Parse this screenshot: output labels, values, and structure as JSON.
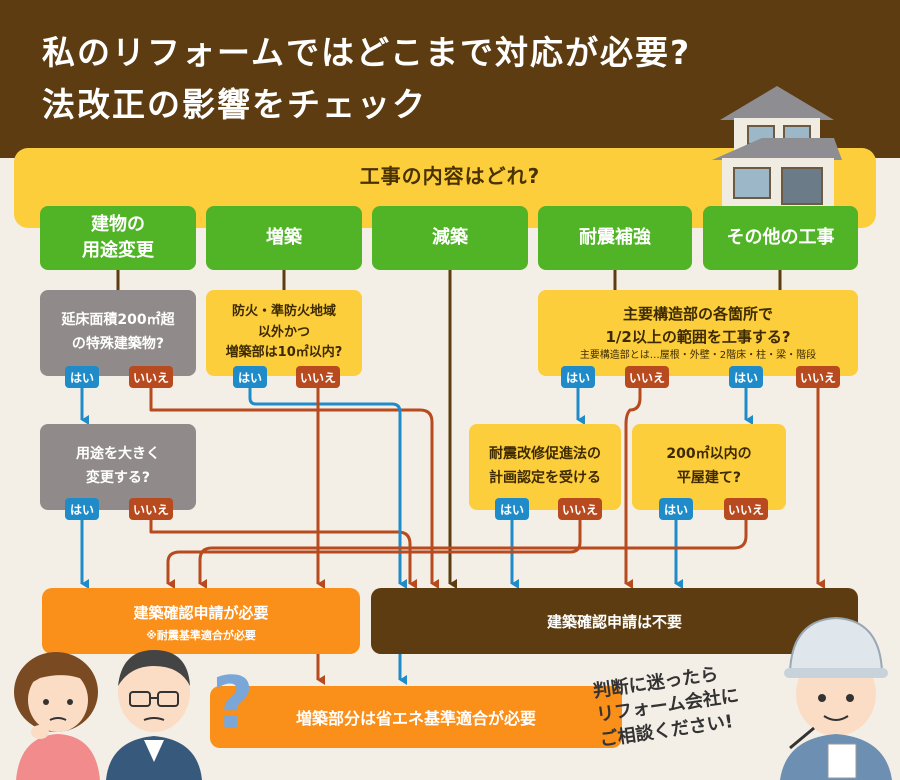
{
  "header": {
    "title_line1": "私のリフォームではどこまで対応が必要?",
    "title_line2": "法改正の影響をチェック"
  },
  "question": "工事の内容はどれ?",
  "categories": [
    {
      "line1": "建物の",
      "line2": "用途変更"
    },
    {
      "line1": "増築",
      "line2": ""
    },
    {
      "line1": "減築",
      "line2": ""
    },
    {
      "line1": "耐震補強",
      "line2": ""
    },
    {
      "line1": "その他の工事",
      "line2": ""
    }
  ],
  "q_floor_area": {
    "line1": "延床面積200㎡超",
    "line2": "の特殊建築物?"
  },
  "q_fire_zone": {
    "line1": "防火・準防火地域",
    "line2": "以外かつ",
    "line3": "増築部は10㎡以内?"
  },
  "q_main_structure": {
    "line1": "主要構造部の各箇所で",
    "line2": "1/2以上の範囲を工事する?",
    "note": "主要構造部とは…屋根・外壁・2階床・柱・梁・階段"
  },
  "q_use_change": {
    "line1": "用途を大きく",
    "line2": "変更する?"
  },
  "q_seismic_cert": {
    "line1": "耐震改修促進法の",
    "line2": "計画認定を受ける"
  },
  "q_one_story": {
    "line1": "200㎡以内の",
    "line2": "平屋建て?"
  },
  "labels": {
    "yes": "はい",
    "no": "いいえ"
  },
  "result_required": {
    "title": "建築確認申請が必要",
    "note": "※耐震基準適合が必要"
  },
  "result_not_required": "建築確認申請は不要",
  "result_energy": "増築部分は省エネ基準適合が必要",
  "advice": {
    "line1": "判断に迷ったら",
    "line2": "リフォーム会社に",
    "line3": "ご相談ください!"
  },
  "colors": {
    "header": "#5c3c10",
    "band": "#fcce3c",
    "green": "#51b427",
    "yes": "#1f8bc9",
    "no": "#b74a1f",
    "orange": "#fa8f1a",
    "brown": "#5c3c10"
  },
  "icons": [
    "house-illustration",
    "question-mark-icon",
    "worried-woman-illustration",
    "worried-man-illustration",
    "worker-illustration"
  ]
}
